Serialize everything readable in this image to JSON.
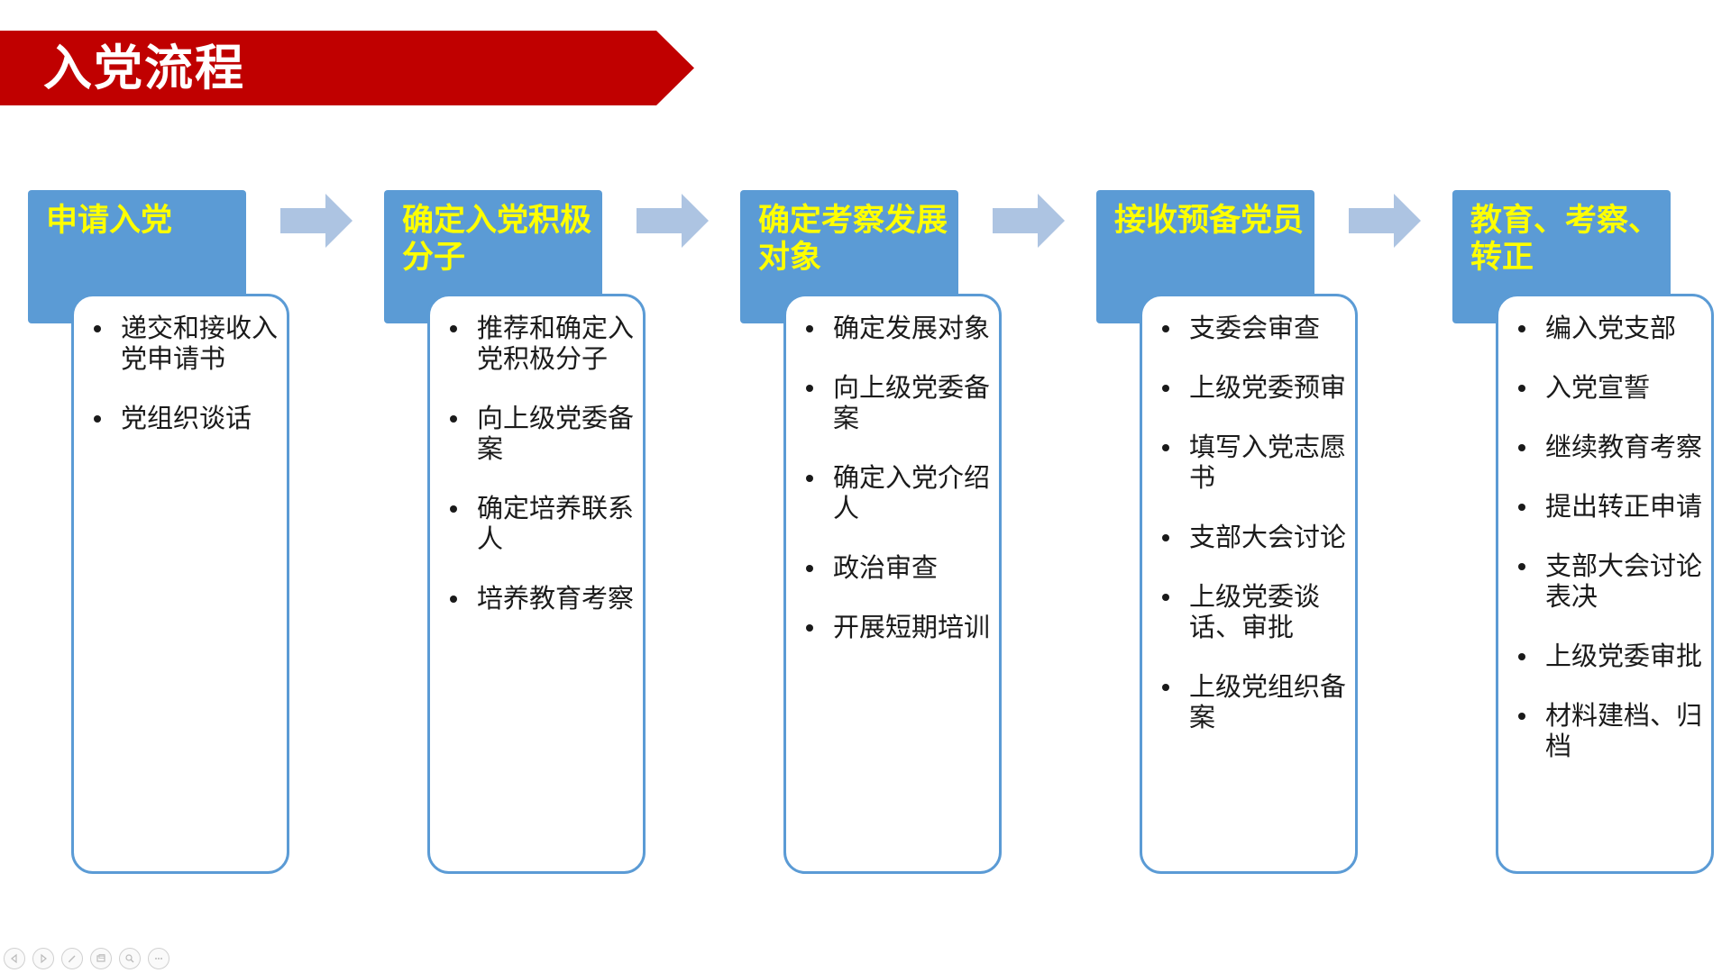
{
  "title": "入党流程",
  "steps": [
    {
      "title": "申请入党",
      "items": [
        "递交和接收入党申请书",
        "党组织谈话"
      ]
    },
    {
      "title": "确定入党积极分子",
      "items": [
        "推荐和确定入党积极分子",
        "向上级党委备案",
        "确定培养联系人",
        "培养教育考察"
      ]
    },
    {
      "title": "确定考察发展对象",
      "items": [
        "确定发展对象",
        "向上级党委备案",
        "确定入党介绍人",
        "政治审查",
        "开展短期培训"
      ]
    },
    {
      "title": "接收预备党员",
      "items": [
        "支委会审查",
        "上级党委预审",
        "填写入党志愿书",
        "支部大会讨论",
        "上级党委谈话、审批",
        "上级党组织备案"
      ]
    },
    {
      "title": "教育、考察、转正",
      "items": [
        "编入党支部",
        "入党宣誓",
        "继续教育考察",
        "提出转正申请",
        "支部大会讨论表决",
        "上级党委审批",
        "材料建档、归档"
      ]
    }
  ],
  "colors": {
    "banner": "#c00000",
    "header_fill": "#5b9bd5",
    "header_text": "#ffff00",
    "box_border": "#5b9bd5",
    "arrow": "#adc4e2"
  },
  "toolbar_icons": [
    "prev-icon",
    "next-icon",
    "pen-icon",
    "slides-icon",
    "zoom-icon",
    "more-icon"
  ]
}
